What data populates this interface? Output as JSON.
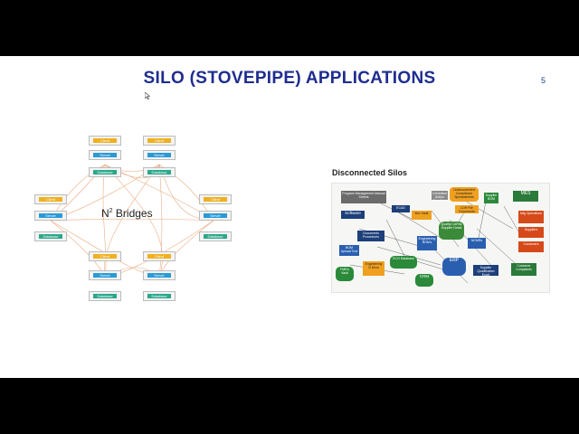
{
  "slide": {
    "title": "SILO (STOVEPIPE) APPLICATIONS",
    "page_number": "5"
  },
  "network": {
    "client_label": "Client",
    "server_label": "Server",
    "database_label": "Database",
    "bridges_base": "N",
    "bridges_exp": "2",
    "bridges_suffix": " Bridges"
  },
  "silos": {
    "title": "Disconnected Silos",
    "labels": {
      "pmo": "Program Management Manual Sheets",
      "software": "Software",
      "ecad": "ECAD",
      "box_vault": "Box Vault",
      "compliance": "Undocumented Compliance Spreadsheets",
      "corrective": "Corrective Action Suppliers",
      "ldr": "LDR File Documents",
      "supplier_bom": "Supplier BOM",
      "mes": "MES",
      "mfg_ops": "Mfg Operations",
      "suppliers": "Suppliers",
      "customers": "Customers",
      "documents": "Documents Procedures",
      "engineering_bom": "Engineering BOM's",
      "quality": "Quality CAPAs Supplier Deals",
      "ncmrs": "NCMRs",
      "bom_cad": "BOM Upload Tool",
      "eco_db": "ECO Database",
      "erp": "ERP",
      "supplier_qual": "Supplier Qualification Excel",
      "customer_complaints": "Customer Complaints",
      "eng_drive": "Engineering G Drive",
      "crm": "CRM",
      "fmea": "FMEA Vault"
    }
  }
}
